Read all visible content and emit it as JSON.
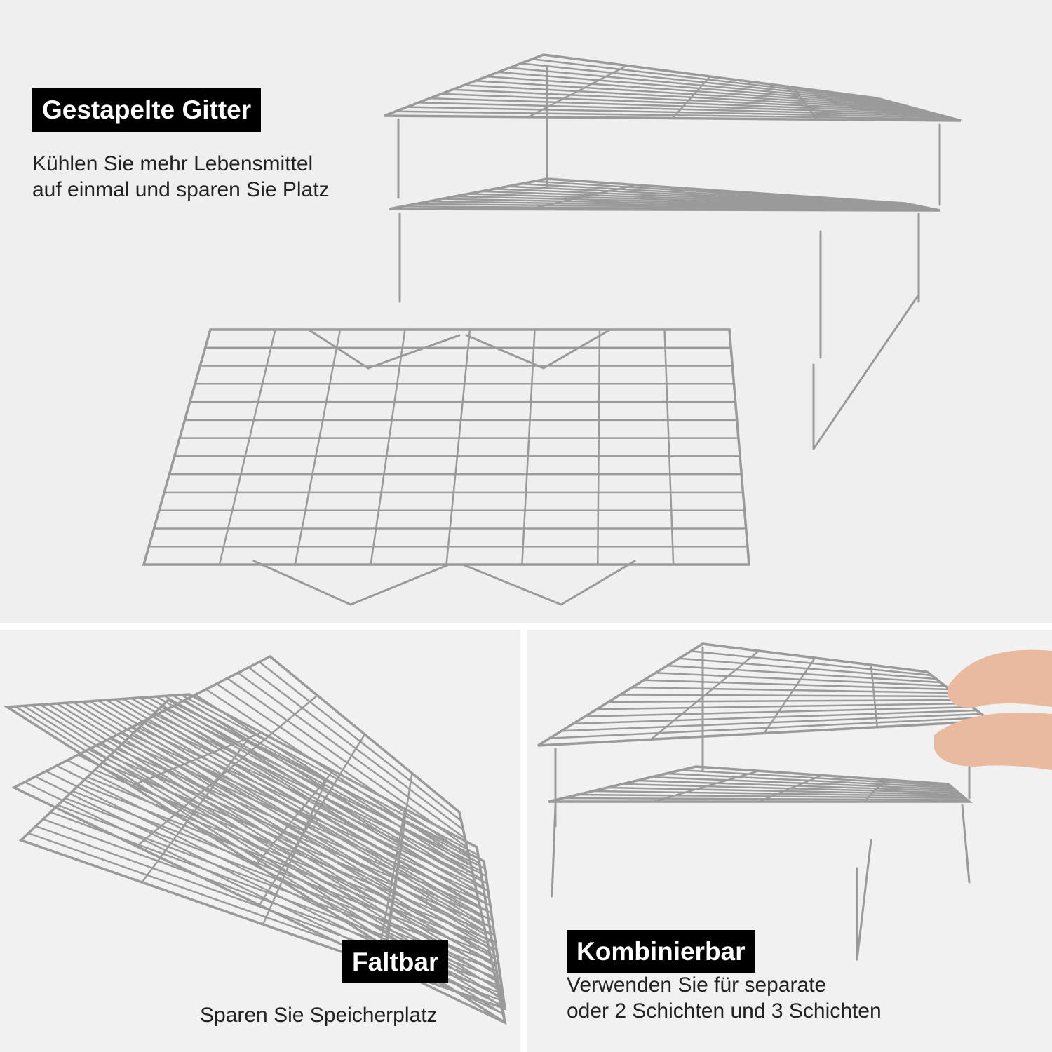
{
  "top_panel": {
    "label": "Gestapelte Gitter",
    "description_line1": "Kühlen Sie mehr Lebensmittel",
    "description_line2": "auf einmal und sparen Sie Platz"
  },
  "bottom_left_panel": {
    "label": "Faltbar",
    "description": "Sparen Sie Speicherplatz"
  },
  "bottom_right_panel": {
    "label": "Kombinierbar",
    "description_line1": "Verwenden Sie für separate",
    "description_line2": "oder 2 Schichten und 3 Schichten"
  },
  "colors": {
    "panel_background": "#efefef",
    "label_background": "#000000",
    "label_text": "#ffffff",
    "wire": "#9a9a9a"
  }
}
